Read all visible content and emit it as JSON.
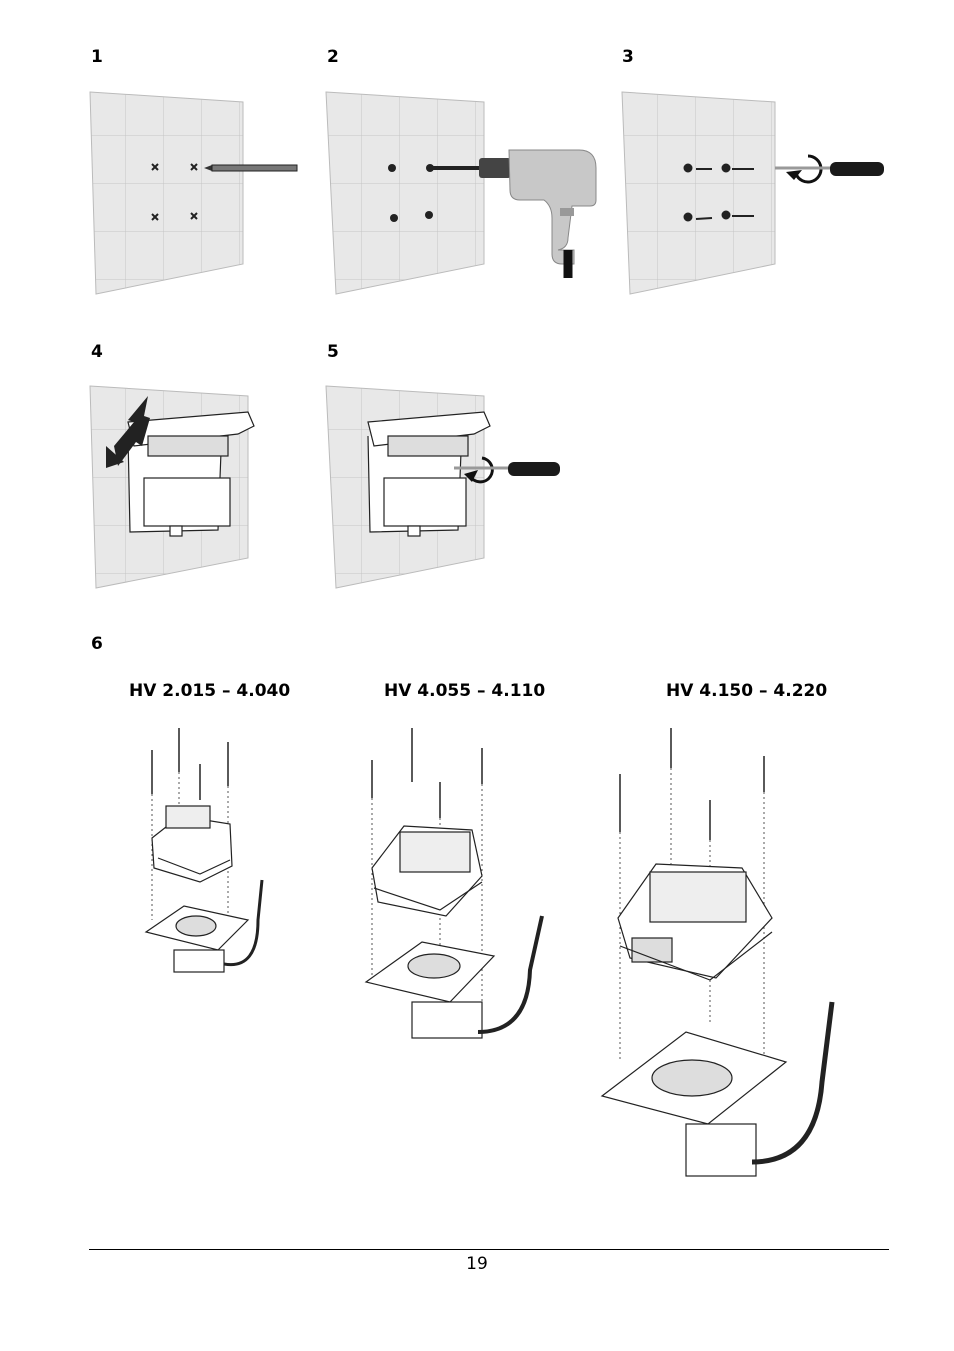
{
  "steps": [
    {
      "number": "1"
    },
    {
      "number": "2"
    },
    {
      "number": "3"
    },
    {
      "number": "4"
    },
    {
      "number": "5"
    },
    {
      "number": "6"
    }
  ],
  "models": [
    {
      "label": "HV 2.015 – 4.040"
    },
    {
      "label": "HV 4.055 – 4.110"
    },
    {
      "label": "HV 4.150 – 4.220"
    }
  ],
  "footer": {
    "page_number": "19"
  },
  "colors": {
    "wall": "#e6e6e6",
    "grid": "#c4c4c4",
    "tool": "#c8c8c8",
    "handle": "#1a1a1a",
    "line": "#222222"
  }
}
